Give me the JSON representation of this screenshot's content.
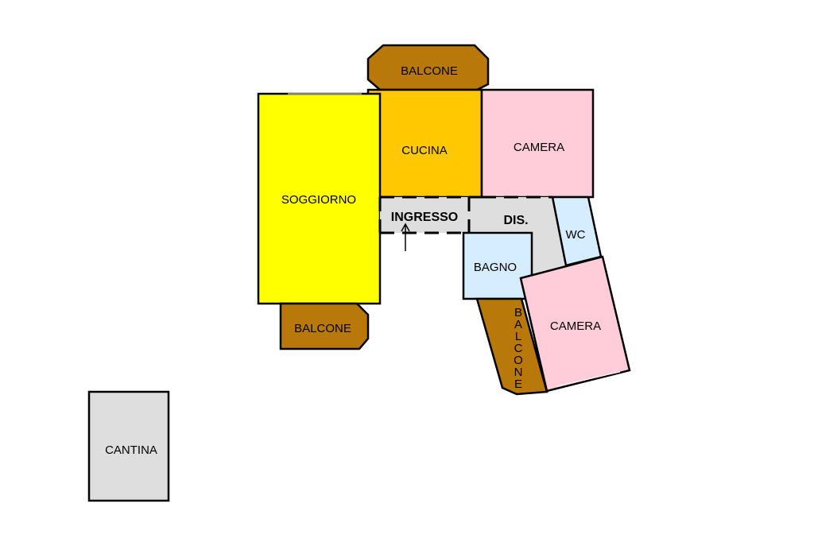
{
  "colors": {
    "balcony": "#b8780a",
    "kitchen": "#ffc800",
    "living": "#ffff00",
    "bedroom": "#ffccd9",
    "bath": "#d6ecff",
    "hall": "#dedede",
    "cellar": "#dedede",
    "wall": "#000000"
  },
  "rooms": {
    "balcony_top": "BALCONE",
    "kitchen": "CUCINA",
    "bedroom_top": "CAMERA",
    "living": "SOGGIORNO",
    "entrance": "INGRESSO",
    "hallway": "DIS.",
    "wc": "WC",
    "bathroom": "BAGNO",
    "balcony_bottom_left": "BALCONE",
    "balcony_vertical": [
      "B",
      "A",
      "L",
      "C",
      "O",
      "N",
      "E"
    ],
    "bedroom_bottom": "CAMERA",
    "cellar": "CANTINA"
  }
}
